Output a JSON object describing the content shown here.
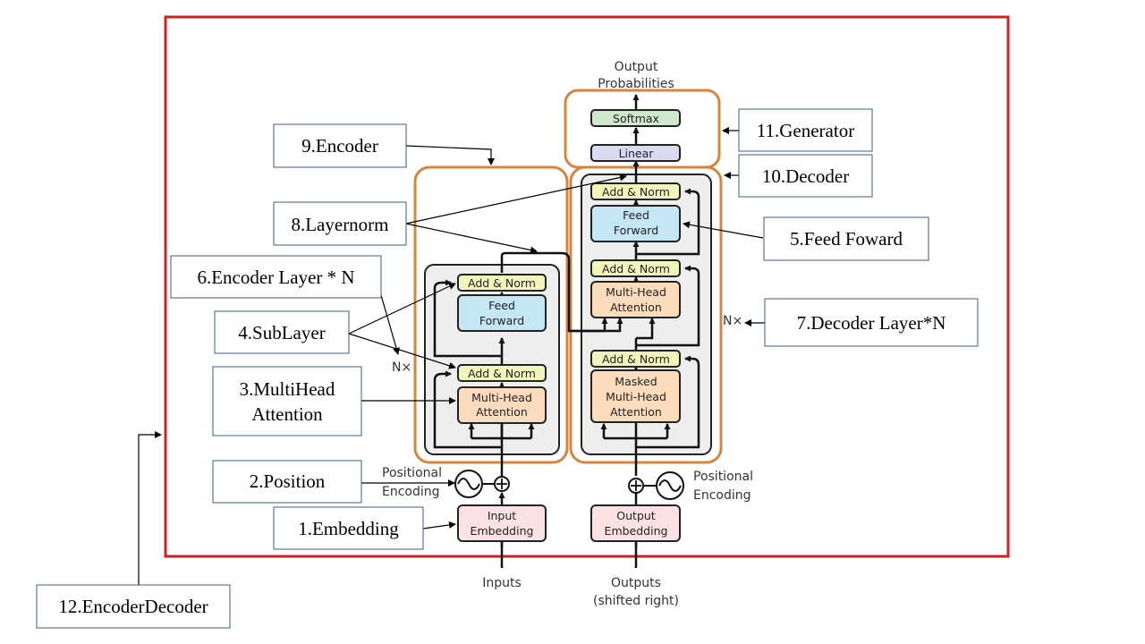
{
  "diagram": {
    "encoder": {
      "input_embedding": [
        "Input",
        "Embedding"
      ],
      "positional_encoding": [
        "Positional",
        "Encoding"
      ],
      "mha": [
        "Multi-Head",
        "Attention"
      ],
      "add_norm": "Add & Norm",
      "ffn": [
        "Feed",
        "Forward"
      ],
      "nx": "N×"
    },
    "decoder": {
      "output_embedding": [
        "Output",
        "Embedding"
      ],
      "positional_encoding": [
        "Positional",
        "Encoding"
      ],
      "masked_mha": [
        "Masked",
        "Multi-Head",
        "Attention"
      ],
      "mha": [
        "Multi-Head",
        "Attention"
      ],
      "add_norm": "Add & Norm",
      "ffn": [
        "Feed",
        "Forward"
      ],
      "nx": "N×"
    },
    "generator": {
      "linear": "Linear",
      "softmax": "Softmax"
    },
    "output_probabilities": [
      "Output",
      "Probabilities"
    ],
    "inputs": "Inputs",
    "outputs": [
      "Outputs",
      "(shifted right)"
    ]
  },
  "callouts": {
    "embedding": "1.Embedding",
    "position": "2.Position",
    "multihead": [
      "3.MultiHead",
      "Attention"
    ],
    "sublayer": "4.SubLayer",
    "feedforward": "5.Feed Foward",
    "encoder_layer": "6.Encoder Layer * N",
    "decoder_layer": "7.Decoder Layer*N",
    "layernorm": "8.Layernorm",
    "encoder": "9.Encoder",
    "decoder": "10.Decoder",
    "generator": "11.Generator",
    "encoderdecoder": "12.EncoderDecoder"
  },
  "colors": {
    "frame_red": "#cc2222",
    "orange_outline": "#d9843e",
    "embedding_fill": "#fbe1e4",
    "attention_fill": "#fcdcbd",
    "addnorm_fill": "#f1f5bb",
    "ffn_fill": "#c4e6f5",
    "linear_fill": "#d9d9f2",
    "softmax_fill": "#cfe8cc",
    "layer_bg": "#eeeeee",
    "callout_border": "#3a5f8a"
  }
}
